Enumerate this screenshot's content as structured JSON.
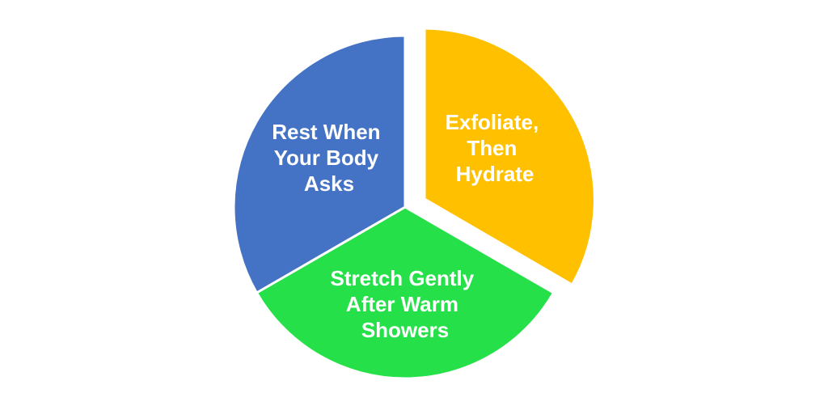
{
  "diagram": {
    "segments": [
      {
        "id": "exfoliate",
        "lines": [
          "Exfoliate,",
          "Then",
          "Hydrate"
        ],
        "color": "#FFC000",
        "exploded": true
      },
      {
        "id": "stretch",
        "lines": [
          "Stretch Gently",
          "After Warm",
          "Showers"
        ],
        "color": "#26E04A",
        "exploded": false
      },
      {
        "id": "rest",
        "lines": [
          "Rest When",
          "Your Body",
          "Asks"
        ],
        "color": "#4472C4",
        "exploded": false
      }
    ]
  }
}
